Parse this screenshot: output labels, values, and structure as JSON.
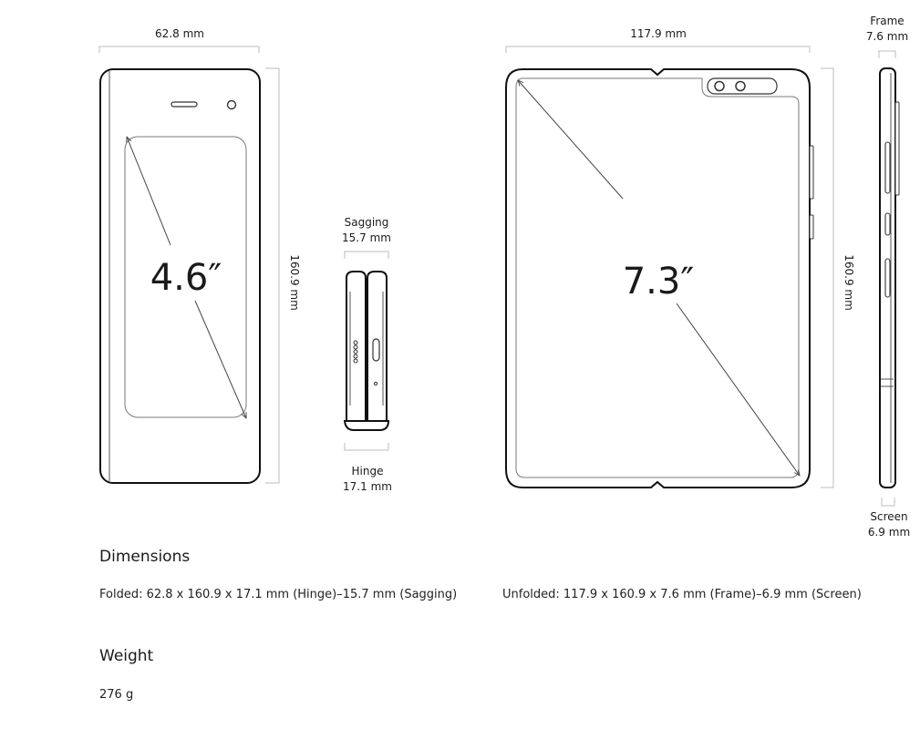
{
  "diagram": {
    "folded_width": "62.8 mm",
    "folded_height": "160.9 mm",
    "folded_screen": "4.6″",
    "sagging_label": "Sagging",
    "sagging_value": "15.7 mm",
    "hinge_label": "Hinge",
    "hinge_value": "17.1 mm",
    "unfolded_width": "117.9 mm",
    "unfolded_height": "160.9 mm",
    "unfolded_screen": "7.3″",
    "frame_label": "Frame",
    "frame_value": "7.6 mm",
    "screen_label": "Screen",
    "screen_value": "6.9 mm"
  },
  "specs": {
    "dimensions_title": "Dimensions",
    "folded": "Folded: 62.8 x 160.9 x 17.1 mm (Hinge)–15.7 mm (Sagging)",
    "unfolded": "Unfolded: 117.9 x 160.9 x 7.6 mm (Frame)–6.9 mm (Screen)",
    "weight_title": "Weight",
    "weight_value": "276 g"
  }
}
